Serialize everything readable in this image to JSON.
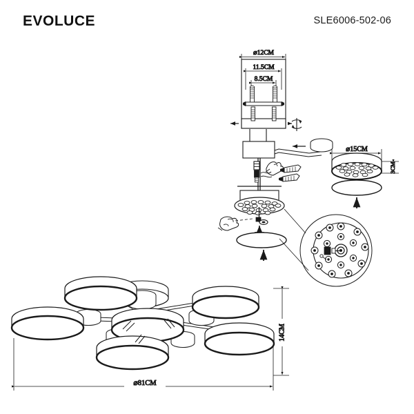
{
  "sheet": {
    "brand": "EVOLUCE",
    "model_code": "SLE6006-502-06",
    "background_color": "#ffffff",
    "line_color": "#1a1a1a"
  },
  "dimensions": {
    "mount_plate_diameter": "⌀12CM",
    "mount_screw_span_outer": "11.5CM",
    "mount_screw_span_inner": "8.5CM",
    "lamp_head_diameter": "⌀15CM",
    "lamp_head_height": "3CM",
    "fixture_height": "14CM",
    "fixture_diameter": "⌀81CM"
  },
  "views": {
    "mount_bracket": {
      "name": "ceiling-mount-bracket-detail",
      "screw_count": 4
    },
    "lamp_head": {
      "name": "lamp-head-assembly-detail",
      "led_count": 19
    },
    "center_assembly": {
      "name": "center-hub-wiring-detail",
      "anchor_count": 2
    },
    "led_board_detail": {
      "name": "led-board-magnified-detail",
      "led_count": 18
    },
    "full_fixture": {
      "name": "full-fixture-assembly-view",
      "large_head_count": 6,
      "small_joint_count": 4
    }
  }
}
